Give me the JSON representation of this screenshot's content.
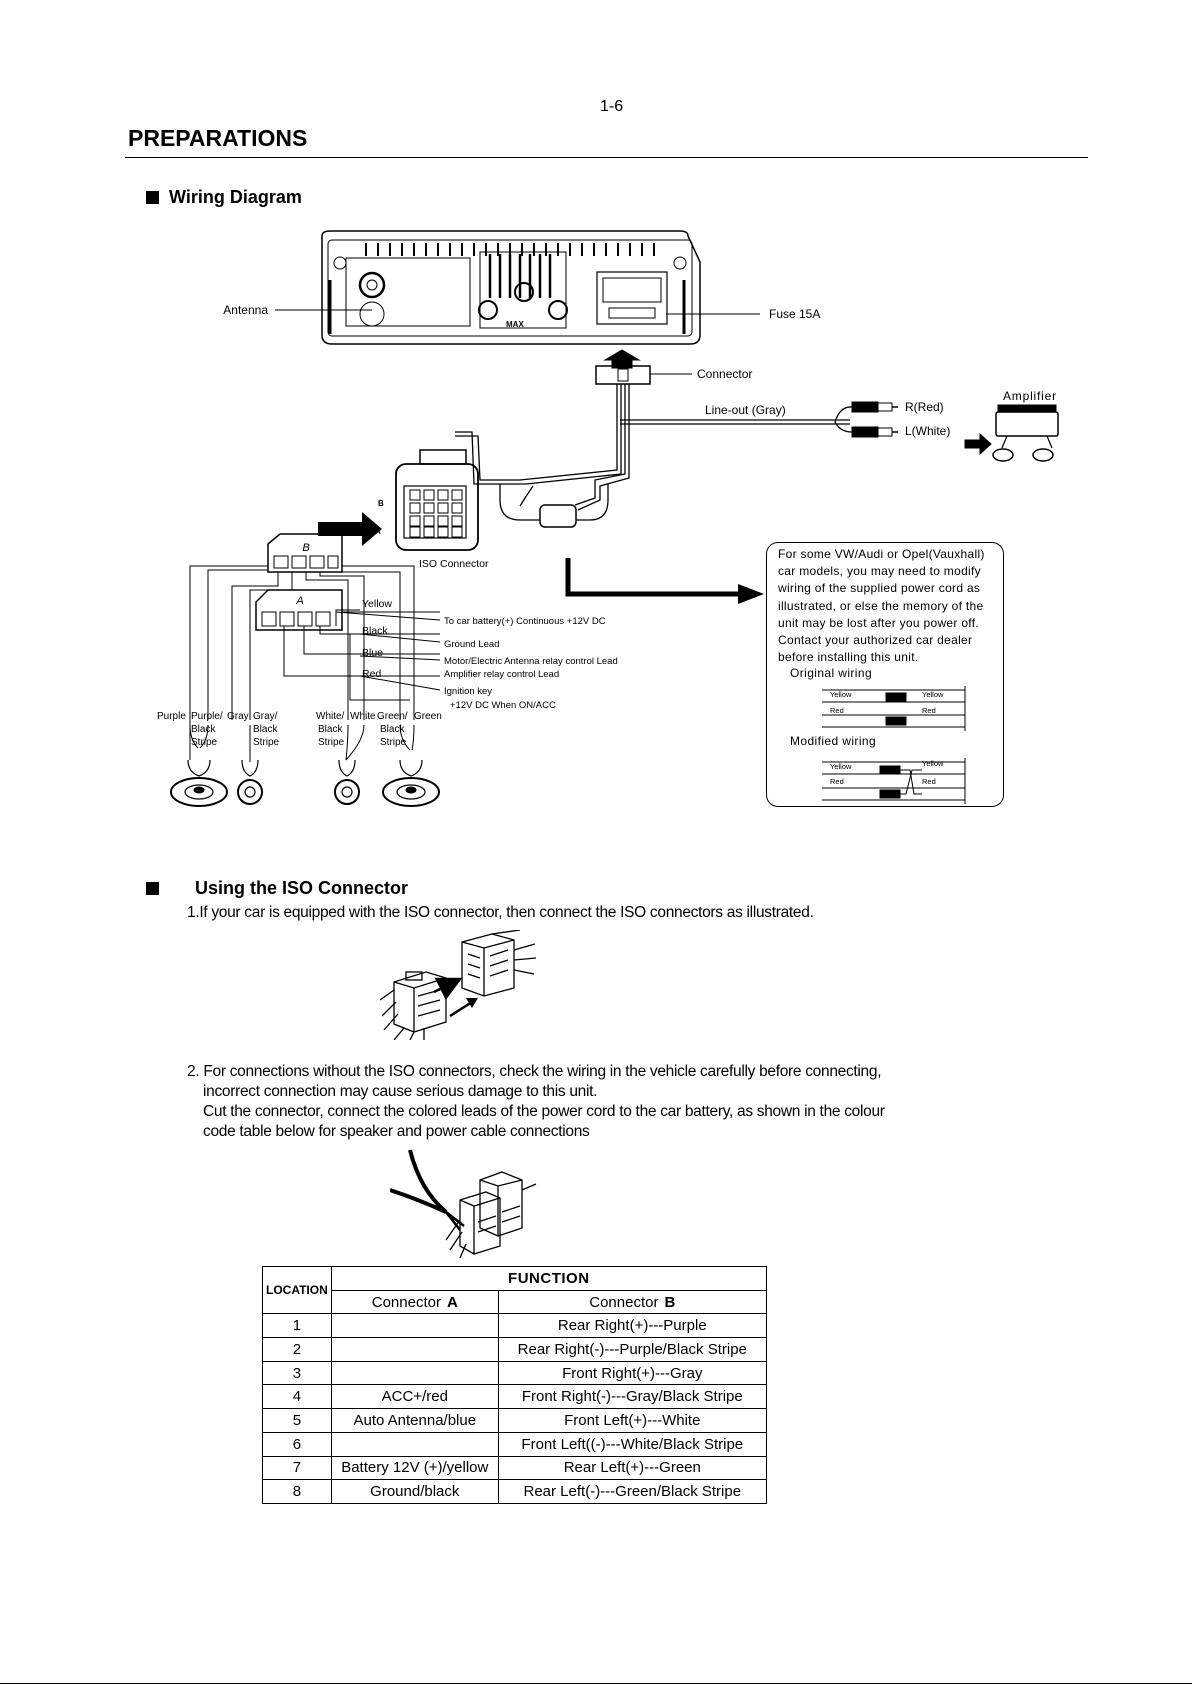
{
  "page_number": "1-6",
  "title": "PREPARATIONS",
  "section1": {
    "heading": "Wiring Diagram",
    "labels": {
      "antenna": "Antenna",
      "fuse": "Fuse 15A",
      "connector": "Connector",
      "line_out": "Line-out (Gray)",
      "r_red": "R(Red)",
      "l_white": "L(White)",
      "amplifier": "Amplifier",
      "iso_connector": "ISO Connector",
      "conn_b": "B",
      "conn_a": "A",
      "yellow": "Yellow",
      "black": "Black",
      "blue": "Blue",
      "red": "Red",
      "to_battery": "To car battery(+) Continuous +12V DC",
      "ground_lead": "Ground Lead",
      "motor_antenna": "Motor/Electric Antenna relay control Lead",
      "amp_relay": "Amplifier relay control Lead",
      "ignition_key": "Ignition key",
      "ignition_12v": "+12V DC When ON/ACC",
      "unit_marking": "MAX",
      "purple": "Purple",
      "purple_black_1": "Purple/",
      "purple_black_2": "Black",
      "purple_black_3": "Stripe",
      "gray": "Gray",
      "gray_black_1": "Gray/",
      "gray_black_2": "Black",
      "gray_black_3": "Stripe",
      "white_black_1": "White/",
      "white_black_2": "Black",
      "white_black_3": "Stripe",
      "white": "White",
      "green_black_1": "Green/",
      "green_black_2": "Black",
      "green_black_3": "Stripe",
      "green": "Green"
    },
    "note": {
      "text": "For some VW/Audi or Opel(Vauxhall) car models, you may need to modify wiring of the supplied power cord as illustrated, or else the memory of the unit may be lost after you power off. Contact your authorized car dealer before installing this unit.",
      "original_wiring": "Original wiring",
      "modified_wiring": "Modified wiring",
      "yellow": "Yellow",
      "red": "Red"
    }
  },
  "section2": {
    "heading": "Using the ISO Connector",
    "step1": "1.If your car is equipped with the ISO connector, then connect the ISO connectors as illustrated.",
    "step2_line1": "2. For connections without  the ISO connectors, check the wiring in the vehicle carefully before connecting,",
    "step2_line2": "incorrect connection may cause serious damage to this unit.",
    "step2_line3": "Cut the connector, connect  the colored leads of the power cord to the car battery, as shown in the colour",
    "step2_line4": "code table below for speaker and  power cable connections"
  },
  "table": {
    "location_header": "LOCATION",
    "function_header": "FUNCTION",
    "conn_a_header": "Connector",
    "conn_a_letter": "A",
    "conn_b_header": "Connector",
    "conn_b_letter": "B",
    "rows": [
      {
        "loc": "1",
        "a": "",
        "b": "Rear Right(+)---Purple"
      },
      {
        "loc": "2",
        "a": "",
        "b": "Rear Right(-)---Purple/Black Stripe"
      },
      {
        "loc": "3",
        "a": "",
        "b": "Front  Right(+)---Gray"
      },
      {
        "loc": "4",
        "a": "ACC+/red",
        "b": "Front  Right(-)---Gray/Black Stripe"
      },
      {
        "loc": "5",
        "a": "Auto Antenna/blue",
        "b": "Front  Left(+)---White"
      },
      {
        "loc": "6",
        "a": "",
        "b": "Front  Left((-)---White/Black Stripe"
      },
      {
        "loc": "7",
        "a": "Battery 12V (+)/yellow",
        "b": "Rear Left(+)---Green"
      },
      {
        "loc": "8",
        "a": "Ground/black",
        "b": "Rear Left(-)---Green/Black Stripe"
      }
    ]
  }
}
